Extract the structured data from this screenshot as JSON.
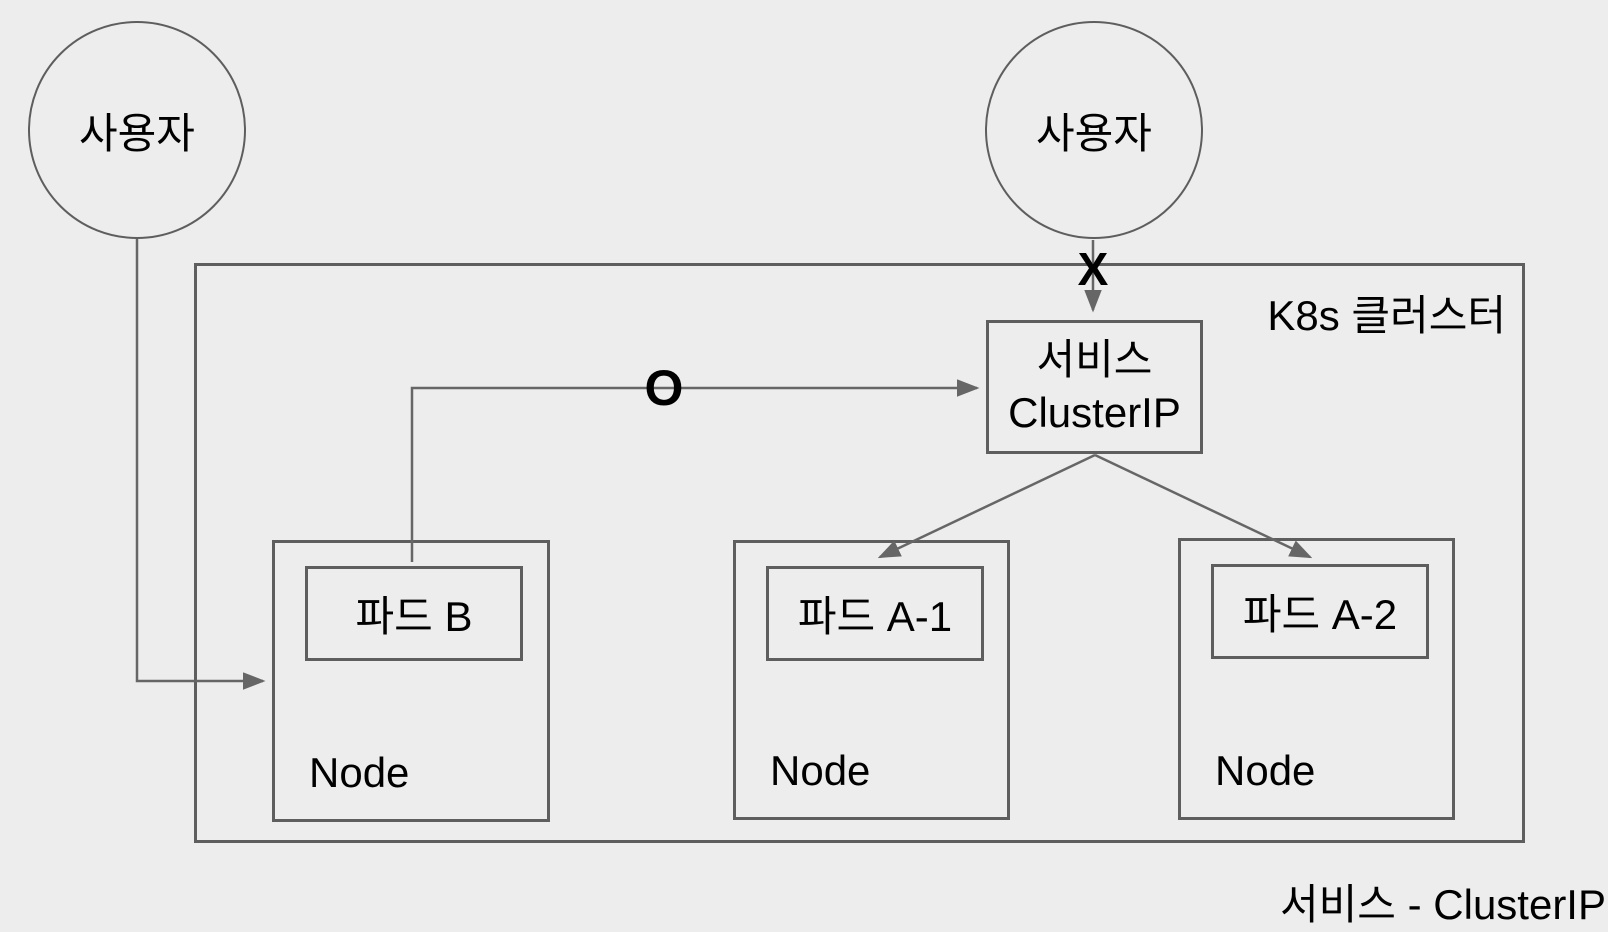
{
  "canvas": {
    "background": "#ededed",
    "border_color": "#5e5e5e",
    "line_color": "#666666",
    "text_color": "#000000"
  },
  "users": [
    {
      "label": "사용자"
    },
    {
      "label": "사용자"
    }
  ],
  "cluster": {
    "label": "K8s 클러스터"
  },
  "service": {
    "line1": "서비스",
    "line2": "ClusterIP"
  },
  "nodes": [
    {
      "label": "Node",
      "pod": "파드 B"
    },
    {
      "label": "Node",
      "pod": "파드 A-1"
    },
    {
      "label": "Node",
      "pod": "파드 A-2"
    }
  ],
  "markers": {
    "blocked": "X",
    "allowed": "O"
  },
  "caption": "서비스 - ClusterIP"
}
